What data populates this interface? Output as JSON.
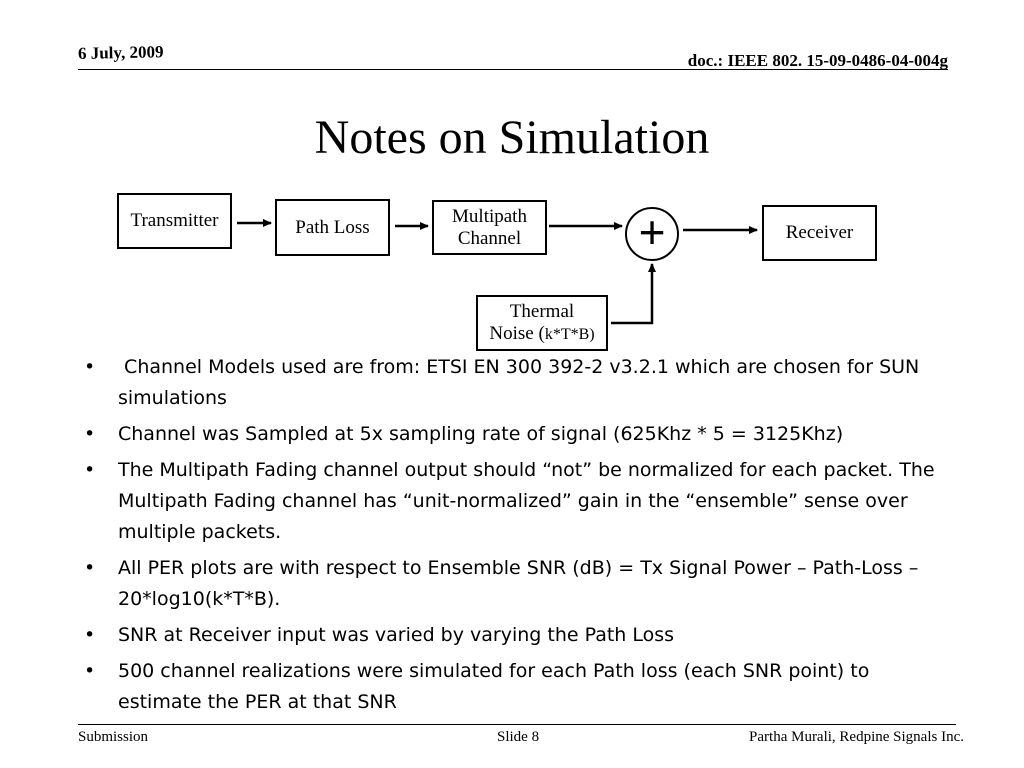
{
  "header": {
    "date": "6 July, 2009",
    "doc_id": "doc.: IEEE 802. 15-09-0486-04-004g"
  },
  "title": "Notes on Simulation",
  "diagram": {
    "transmitter": "Transmitter",
    "path_loss": "Path Loss",
    "multipath_line1": "Multipath",
    "multipath_line2": "Channel",
    "adder": "+",
    "receiver": "Receiver",
    "thermal_line1": "Thermal",
    "thermal_line2_a": "Noise (",
    "thermal_line2_b": "k*T*B)"
  },
  "bullets": [
    " Channel Models used are from: ETSI EN 300 392-2 v3.2.1 which are chosen for SUN simulations",
    "Channel was Sampled at 5x sampling rate of signal (625Khz * 5 = 3125Khz)",
    "The Multipath Fading channel output should “not” be normalized for each packet. The Multipath Fading channel has “unit-normalized” gain in the “ensemble” sense over multiple packets.",
    "All PER plots are with respect to Ensemble SNR (dB) = Tx Signal Power – Path-Loss – 20*log10(k*T*B).",
    "SNR at Receiver input was varied by varying the Path Loss",
    "500 channel realizations were simulated for each Path loss (each SNR point) to estimate the PER at that SNR"
  ],
  "bullet_char": "•",
  "footer": {
    "left": "Submission",
    "center": "Slide 8",
    "right": "Partha Murali, Redpine Signals Inc."
  }
}
